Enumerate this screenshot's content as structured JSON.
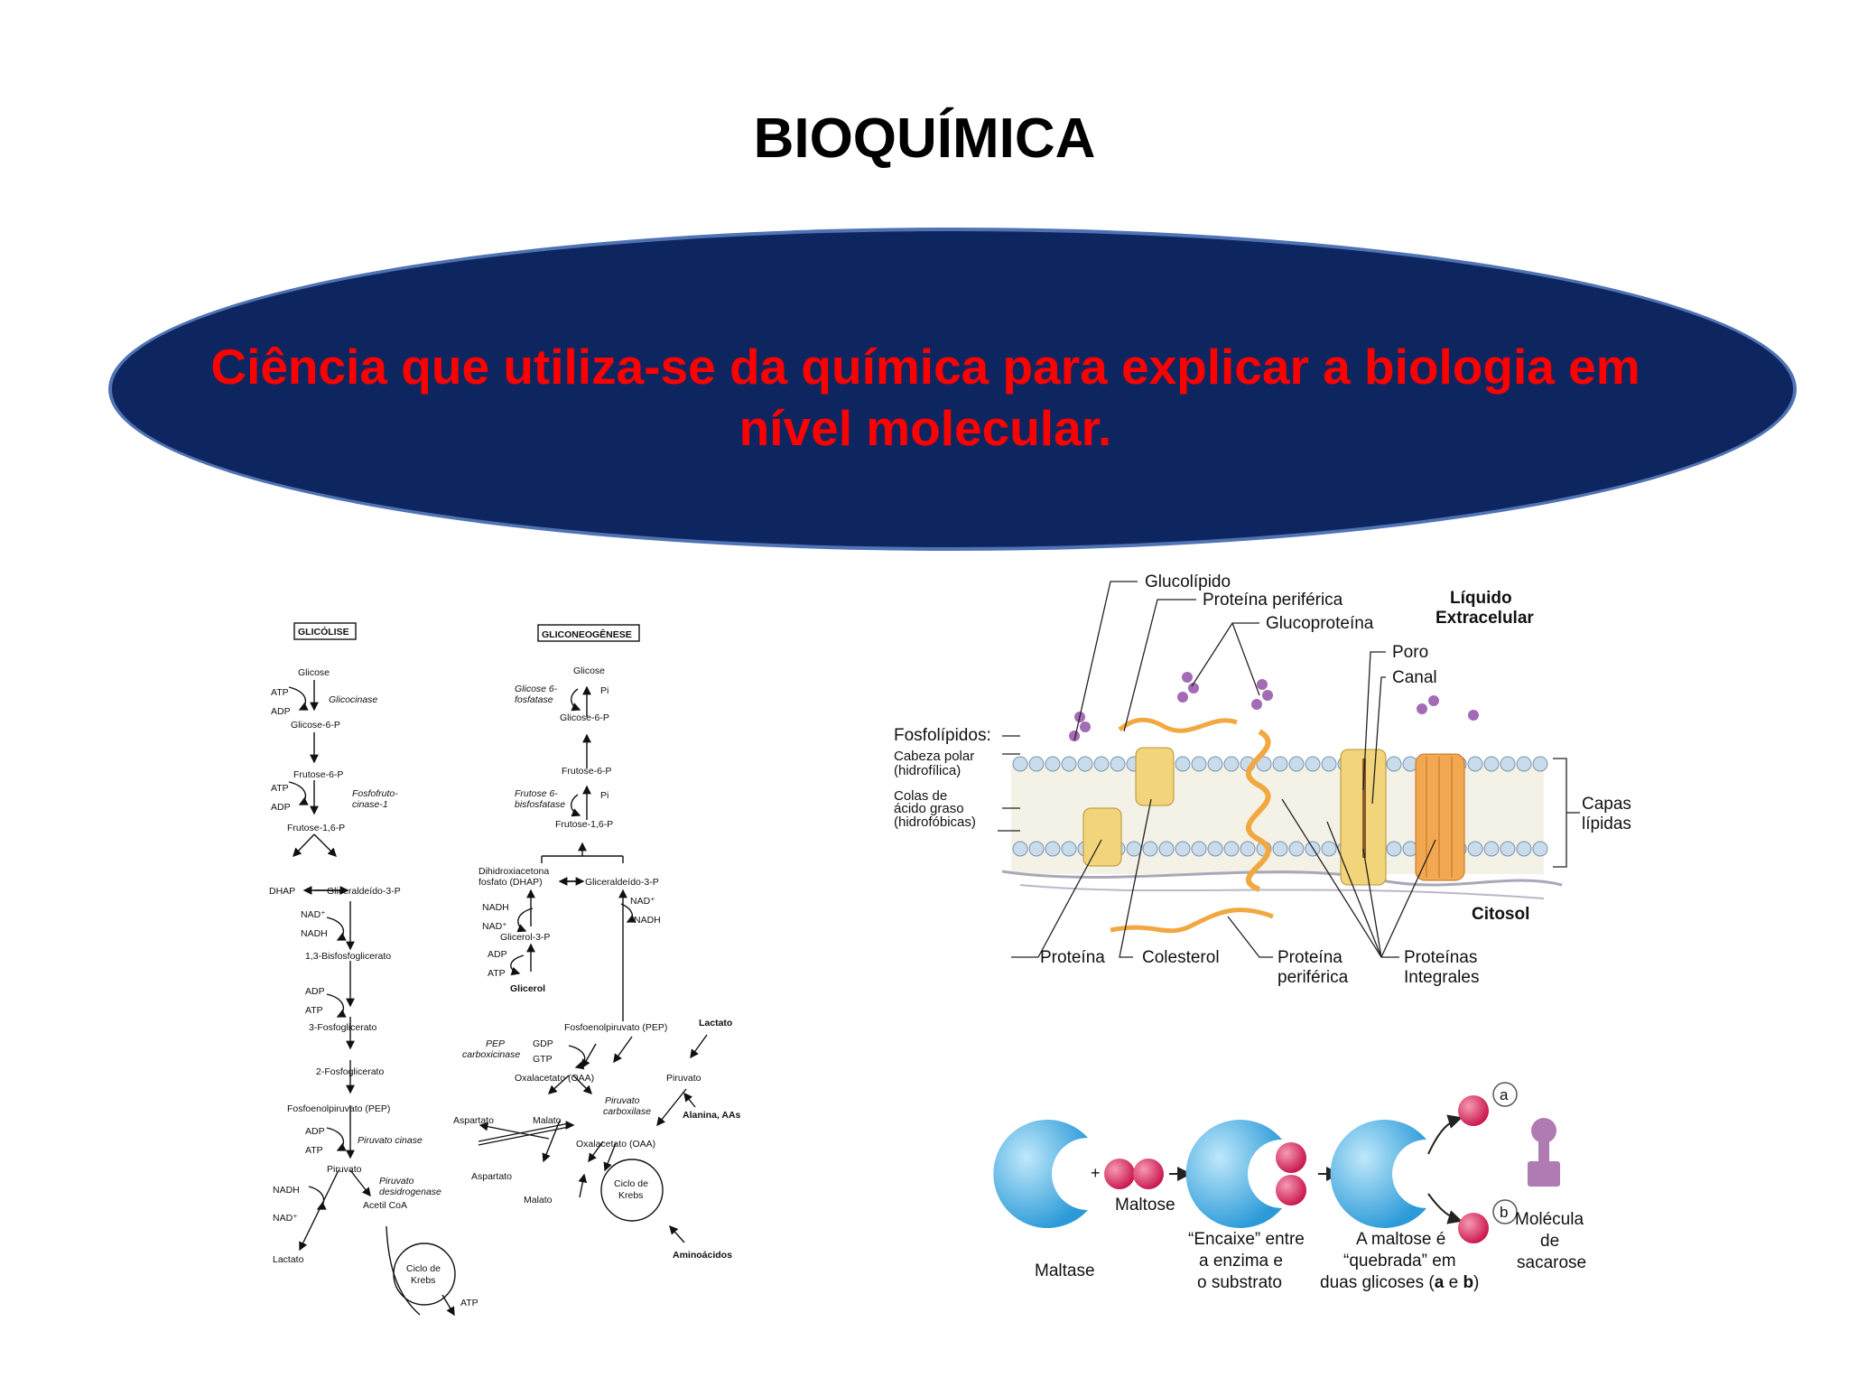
{
  "title": "BIOQUÍMICA",
  "definition": {
    "line1": "Ciência que utiliza-se da química para explicar a biologia em",
    "line2": "nível molecular."
  },
  "pathway": {
    "glicolise": {
      "header": "GLICÓLISE",
      "glicose": "Glicose",
      "atp1": "ATP",
      "adp1": "ADP",
      "glicocinase": "Glicocinase",
      "g6p": "Glicose-6-P",
      "f6p": "Frutose-6-P",
      "atp2": "ATP",
      "adp2": "ADP",
      "pfk1": "Fosfofruto-",
      "pfk2": "cinase-1",
      "f16p": "Frutose-1,6-P",
      "dhap": "DHAP",
      "g3p": "Gliceraldeído-3-P",
      "nadp": "NAD⁺",
      "nadh": "NADH",
      "bpg": "1,3-Bisfosfoglicerato",
      "adp3": "ADP",
      "atp3": "ATP",
      "pg3": "3-Fosfoglicerato",
      "pg2": "2-Fosfoglicerato",
      "pep": "Fosfoenolpiruvato (PEP)",
      "adp4": "ADP",
      "atp4": "ATP",
      "pk": "Piruvato cinase",
      "piruvato": "Piruvato",
      "nadh2": "NADH",
      "nad2": "NAD⁺",
      "pdh1": "Piruvato",
      "pdh2": "desidrogenase",
      "acetil": "Acetil CoA",
      "lactato": "Lactato",
      "krebs1": "Ciclo de",
      "krebs2": "Krebs",
      "atp5": "ATP"
    },
    "gliconeogenese": {
      "header": "GLICONEOGÊNESE",
      "glicose": "Glicose",
      "g6pase1": "Glicose 6-",
      "g6pase2": "fosfatase",
      "pi1": "Pi",
      "g6p": "Glicose-6-P",
      "f6p": "Frutose-6-P",
      "fbpase1": "Frutose 6-",
      "fbpase2": "bisfosfatase",
      "pi2": "Pi",
      "f16p": "Frutose-1,6-P",
      "dhap1": "Dihidroxiacetona",
      "dhap2": "fosfato (DHAP)",
      "g3p": "Gliceraldeído-3-P",
      "nadh": "NADH",
      "nadp": "NAD⁺",
      "nadp2": "NAD⁺",
      "nadh2": "NADH",
      "glicerol3p": "Glicerol-3-P",
      "adp": "ADP",
      "atp": "ATP",
      "glicerol": "Glicerol",
      "pep": "Fosfoenolpiruvato (PEP)",
      "lactato": "Lactato",
      "pepck1": "PEP",
      "pepck2": "carboxicinase",
      "gdp": "GDP",
      "gtp": "GTP",
      "oaa": "Oxalacetato (OAA)",
      "piruvato": "Piruvato",
      "pc1": "Piruvato",
      "pc2": "carboxilase",
      "alanina": "Alanina, AAs",
      "aspartato": "Aspartato",
      "malato": "Malato",
      "oaa2": "Oxalacetato (OAA)",
      "aspartato2": "Aspartato",
      "malato2": "Malato",
      "krebs1": "Ciclo de",
      "krebs2": "Krebs",
      "aminoacidos": "Aminoácidos"
    }
  },
  "membrane": {
    "glucolipido": "Glucolípido",
    "proteina_periferica_top": "Proteína periférica",
    "glucoproteina": "Glucoproteína",
    "liquido1": "Líquido",
    "liquido2": "Extracelular",
    "poro": "Poro",
    "canal": "Canal",
    "fosfolipidos": "Fosfolípidos:",
    "cabeza1": "Cabeza polar",
    "cabeza2": "(hidrofílica)",
    "colas1": "Colas de",
    "colas2": "ácido graso",
    "colas3": "(hidrofóbicas)",
    "capas1": "Capas",
    "capas2": "lípidas",
    "citosol": "Citosol",
    "proteina": "Proteína",
    "colesterol": "Colesterol",
    "prot_perif1": "Proteína",
    "prot_perif2": "periférica",
    "prot_int1": "Proteínas",
    "prot_int2": "Integrales"
  },
  "enzyme": {
    "maltose": "Maltose",
    "maltase": "Maltase",
    "encaixe1": "“Encaixe” entre",
    "encaixe2": "a enzima e",
    "encaixe3": "o substrato",
    "quebra1": "A maltose é",
    "quebra2": "“quebrada” em",
    "quebra3": "duas glicoses (",
    "a": "a",
    "e": " e ",
    "b": "b",
    "close": ")",
    "label_a": "a",
    "label_b": "b",
    "molecula1": "Molécula",
    "molecula2": "de",
    "molecula3": "sacarose",
    "colors": {
      "enzyme": "#35a7e0",
      "glucose": "#d4194f",
      "sucrose": "#a86aa8"
    }
  }
}
